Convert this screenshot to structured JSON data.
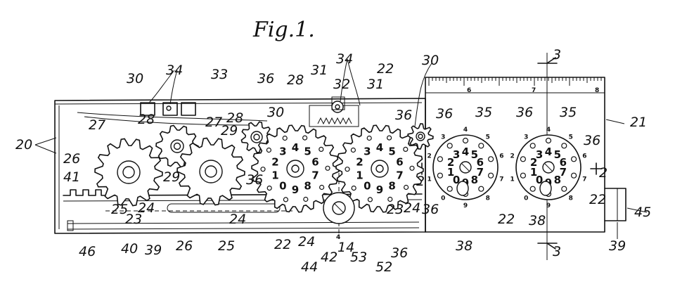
{
  "figure": {
    "title": "Fig.1."
  },
  "scale": {
    "marks": [
      "6",
      "7",
      "8"
    ]
  },
  "dial_digits": [
    "0",
    "1",
    "2",
    "3",
    "4",
    "5",
    "6",
    "7",
    "8",
    "9"
  ],
  "section_markers": [
    "3",
    "3",
    "2",
    "2",
    "4",
    "4"
  ],
  "ref_numerals": [
    {
      "id": "n20",
      "text": "20"
    },
    {
      "id": "n27a",
      "text": "27"
    },
    {
      "id": "n28a",
      "text": "28"
    },
    {
      "id": "n30a",
      "text": "30"
    },
    {
      "id": "n34a",
      "text": "34"
    },
    {
      "id": "n33",
      "text": "33"
    },
    {
      "id": "n28b",
      "text": "28"
    },
    {
      "id": "n27b",
      "text": "27"
    },
    {
      "id": "n29a",
      "text": "29"
    },
    {
      "id": "n30b",
      "text": "30"
    },
    {
      "id": "n36a",
      "text": "36"
    },
    {
      "id": "n28c",
      "text": "28"
    },
    {
      "id": "n31a",
      "text": "31"
    },
    {
      "id": "n34b",
      "text": "34"
    },
    {
      "id": "n32",
      "text": "32"
    },
    {
      "id": "n31b",
      "text": "31"
    },
    {
      "id": "n22a",
      "text": "22"
    },
    {
      "id": "n30c",
      "text": "30"
    },
    {
      "id": "n36b",
      "text": "36"
    },
    {
      "id": "n26a",
      "text": "26"
    },
    {
      "id": "n41",
      "text": "41"
    },
    {
      "id": "n25a",
      "text": "25"
    },
    {
      "id": "n24a",
      "text": "24"
    },
    {
      "id": "n23a",
      "text": "23"
    },
    {
      "id": "n29b",
      "text": "29"
    },
    {
      "id": "n36c",
      "text": "36"
    },
    {
      "id": "n24b",
      "text": "24"
    },
    {
      "id": "n46",
      "text": "46"
    },
    {
      "id": "n40",
      "text": "40"
    },
    {
      "id": "n39a",
      "text": "39"
    },
    {
      "id": "n26b",
      "text": "26"
    },
    {
      "id": "n25b",
      "text": "25"
    },
    {
      "id": "n22b",
      "text": "22"
    },
    {
      "id": "n24c",
      "text": "24"
    },
    {
      "id": "n44",
      "text": "44"
    },
    {
      "id": "n42",
      "text": "42"
    },
    {
      "id": "n14",
      "text": "14"
    },
    {
      "id": "n53",
      "text": "53"
    },
    {
      "id": "n52",
      "text": "52"
    },
    {
      "id": "n36d",
      "text": "36"
    },
    {
      "id": "n23b",
      "text": "23"
    },
    {
      "id": "n24d",
      "text": "24"
    },
    {
      "id": "n36e",
      "text": "36"
    },
    {
      "id": "n36f",
      "text": "36"
    },
    {
      "id": "n35a",
      "text": "35"
    },
    {
      "id": "n22c",
      "text": "22"
    },
    {
      "id": "n38a",
      "text": "38"
    },
    {
      "id": "n36g",
      "text": "36"
    },
    {
      "id": "n35b",
      "text": "35"
    },
    {
      "id": "n36h",
      "text": "36"
    },
    {
      "id": "n22d",
      "text": "22"
    },
    {
      "id": "n38b",
      "text": "38"
    },
    {
      "id": "n21",
      "text": "21"
    },
    {
      "id": "n45",
      "text": "45"
    },
    {
      "id": "n39b",
      "text": "39"
    }
  ]
}
